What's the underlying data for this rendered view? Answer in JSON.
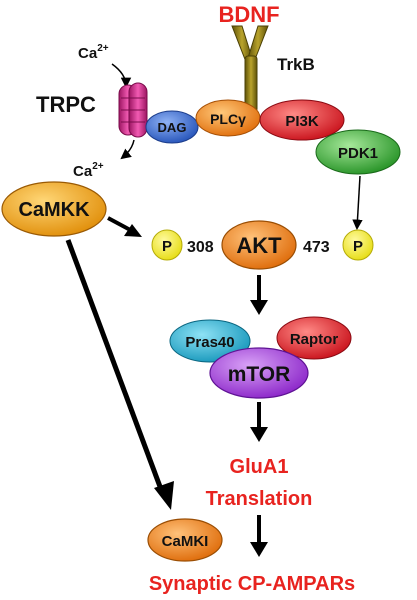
{
  "colors": {
    "red_text": "#e8231f",
    "arrow": "#000000",
    "trkb": "#8b7a12",
    "trpc": "#e0258f",
    "dag": "#3a6fd8",
    "plc": "#f08a1c",
    "pi3k": "#e8262a",
    "pdk1": "#3aae3a",
    "camkk": "#f6a618",
    "akt": "#f07f18",
    "phospho": "#f4ec1c",
    "pras40": "#21b5d8",
    "raptor": "#e0262a",
    "mtor": "#a540e0",
    "camki": "#f07f18"
  },
  "labels": {
    "bdnf": "BDNF",
    "trkb": "TrkB",
    "ca_top": "Ca",
    "ca_top_sup": "2+",
    "trpc": "TRPC",
    "ca_bottom": "Ca",
    "ca_bottom_sup": "2+",
    "dag": "DAG",
    "plc": "PLC",
    "plc_greek": "γ",
    "pi3k": "PI3K",
    "pdk1": "PDK1",
    "camkk": "CaMKK",
    "akt": "AKT",
    "site_308": "308",
    "site_473": "473",
    "phospho_left": "P",
    "phospho_right": "P",
    "pras40": "Pras40",
    "raptor": "Raptor",
    "mtor": "mTOR",
    "glua1_line1": "GluA1",
    "glua1_line2": "Translation",
    "camki": "CaMKI",
    "output": "Synaptic CP-AMPARs"
  }
}
